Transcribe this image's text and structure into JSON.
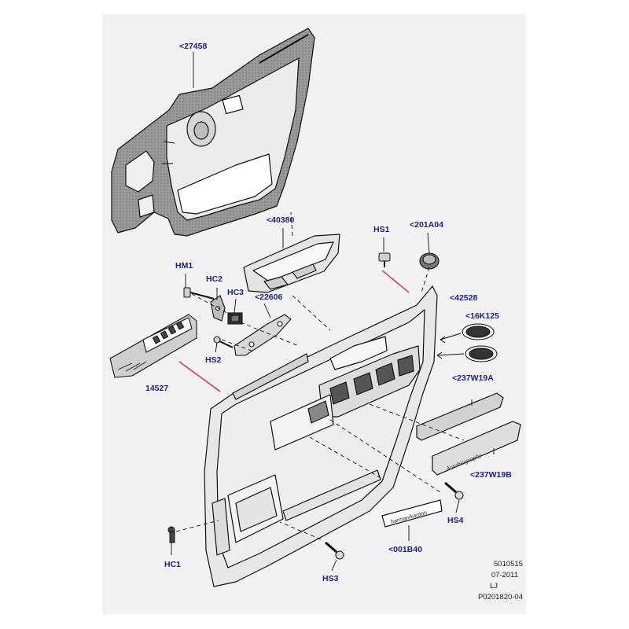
{
  "callouts": {
    "c27458": "<27458",
    "c40380": "<40380",
    "hs1": "HS1",
    "c201a04": "<201A04",
    "hm1": "HM1",
    "hc2": "HC2",
    "hc3": "HC3",
    "c22606": "<22606",
    "c42528": "<42528",
    "c16k125": "<16K125",
    "hs2": "HS2",
    "c14527": "14527",
    "c237w19a": "<237W19A",
    "c237w19b": "<237W19B",
    "hs4": "HS4",
    "c001b40": "<001B40",
    "hc1": "HC1",
    "hs3": "HS3"
  },
  "meta": {
    "code": "5010515",
    "date": "07-2011",
    "initials": "LJ",
    "ref": "P0201820-04"
  },
  "badge_text": {
    "harman": "harman/kardon",
    "autobiography": "Autobiography"
  },
  "colors": {
    "panel_bg": "#f2f2f4",
    "callout": "#1a237e",
    "leader_red": "#d32f2f",
    "line": "#111111",
    "part_fill": "#e8e8e8"
  }
}
